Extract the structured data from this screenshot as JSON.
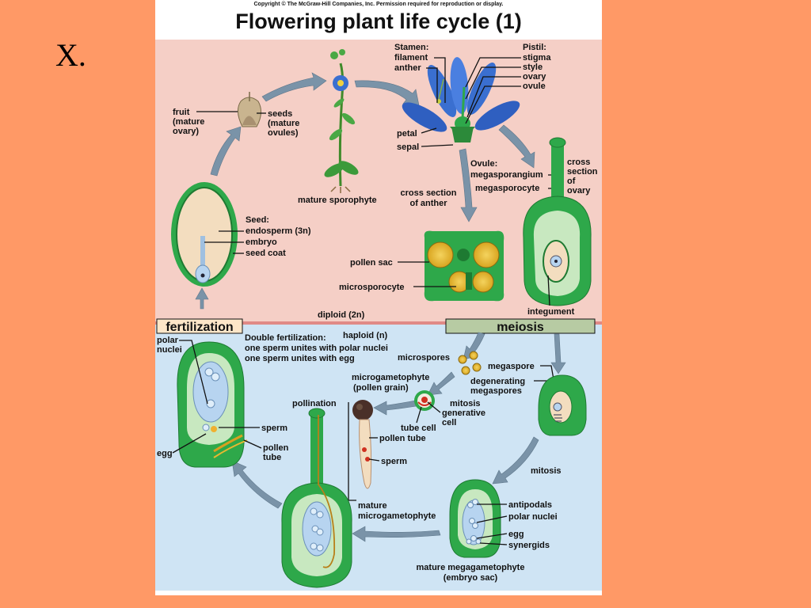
{
  "slide": {
    "label": "X."
  },
  "figure": {
    "copyright": "Copyright © The McGraw-Hill Companies, Inc. Permission required for reproduction or display.",
    "title": "Flowering plant life cycle (1)",
    "phases": {
      "diploid": "diploid (2n)",
      "haploid": "haploid (n)",
      "fertilization": "fertilization",
      "meiosis": "meiosis",
      "mitosis": "mitosis",
      "pollination": "pollination"
    },
    "labels": {
      "stamen": "Stamen:",
      "filament": "filament",
      "anther": "anther",
      "pistil": "Pistil:",
      "stigma": "stigma",
      "style": "style",
      "ovary": "ovary",
      "ovule": "ovule",
      "petal": "petal",
      "sepal": "sepal",
      "fruit": [
        "fruit",
        "(mature",
        "ovary)"
      ],
      "seeds": [
        "seeds",
        "(mature",
        "ovules)"
      ],
      "mature_sporophyte": "mature sporophyte",
      "cross_anther": [
        "cross section",
        "of anther"
      ],
      "ovule_heading": "Ovule:",
      "megasporangium": "megasporangium",
      "megasporocyte": "megasporocyte",
      "cross_ovary": [
        "cross",
        "section",
        "of",
        "ovary"
      ],
      "seed_heading": "Seed:",
      "endosperm": "endosperm (3n)",
      "embryo": "embryo",
      "seed_coat": "seed coat",
      "pollen_sac": "pollen sac",
      "microsporocyte": "microsporocyte",
      "integument": "integument",
      "polar_nuclei_left": [
        "polar",
        "nuclei"
      ],
      "double_fertilization": [
        "Double fertilization:",
        "one sperm unites with polar nuclei",
        "one sperm unites with egg"
      ],
      "microspores": "microspores",
      "megaspore": "megaspore",
      "degenerating": [
        "degenerating",
        "megaspores"
      ],
      "microgametophyte": [
        "microgametophyte",
        "(pollen grain)"
      ],
      "mitosis_small": "mitosis",
      "generative_cell": [
        "generative",
        "cell"
      ],
      "tube_cell": "tube cell",
      "sperm_left": "sperm",
      "egg_left": "egg",
      "pollen_tube_left": [
        "pollen",
        "tube"
      ],
      "pollen_tube": "pollen tube",
      "sperm": "sperm",
      "mature_microgametophyte": [
        "mature",
        "microgametophyte"
      ],
      "antipodals": "antipodals",
      "polar_nuclei": "polar nuclei",
      "egg": "egg",
      "synergids": "synergids",
      "mature_megagametophyte": [
        "mature megagametophyte",
        "(embryo sac)"
      ]
    }
  }
}
